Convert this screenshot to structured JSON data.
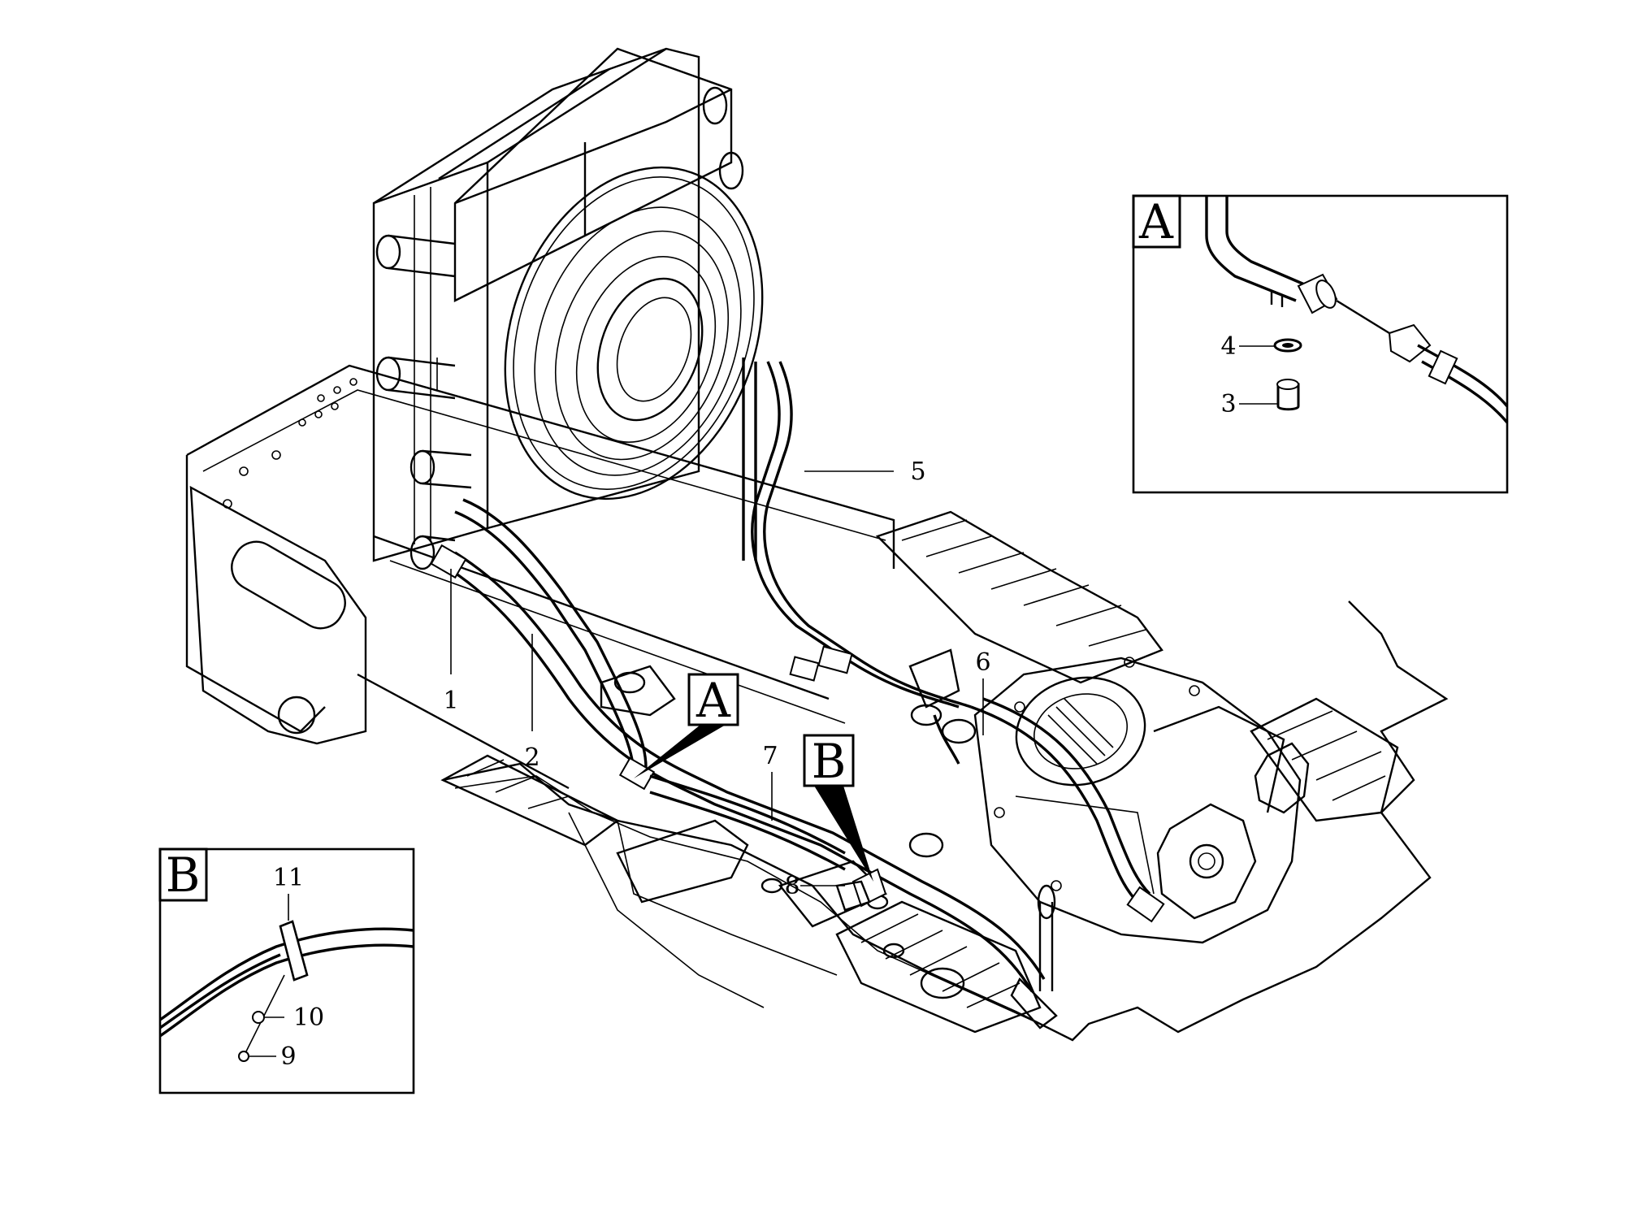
{
  "callouts": {
    "c1": "1",
    "c2": "2",
    "c3": "3",
    "c4": "4",
    "c5": "5",
    "c6": "6",
    "c7": "7",
    "c8": "8",
    "c9": "9",
    "c10": "10",
    "c11": "11"
  },
  "detail_refs": {
    "a": "A",
    "b": "B"
  }
}
